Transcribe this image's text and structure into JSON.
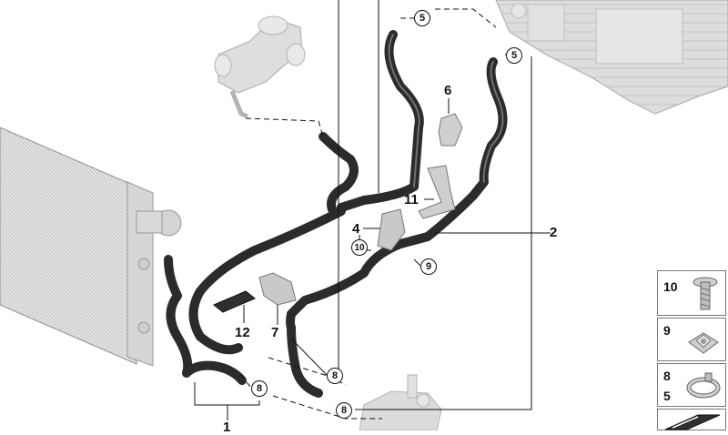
{
  "diagram": {
    "callouts": {
      "c1": "1",
      "c2": "2",
      "c4": "4",
      "c6": "6",
      "c7": "7",
      "c11": "11",
      "c12": "12"
    },
    "circled": {
      "c5a": "5",
      "c5b": "5",
      "c8a": "8",
      "c8b": "8",
      "c8c": "8",
      "c9": "9",
      "c10": "10"
    },
    "legend": [
      {
        "nums": [
          "10"
        ],
        "icon": "bolt-icon"
      },
      {
        "nums": [
          "9"
        ],
        "icon": "clip-nut-icon"
      },
      {
        "nums": [
          "8",
          "5"
        ],
        "icon": "hose-clamp-icon"
      },
      {
        "nums": [],
        "icon": "retainer-strip-icon"
      }
    ],
    "colors": {
      "hose": "#2b2b2b",
      "hose_highlight": "#6a6a6a",
      "part_gray": "#cfcfcf",
      "line": "#111111"
    }
  }
}
